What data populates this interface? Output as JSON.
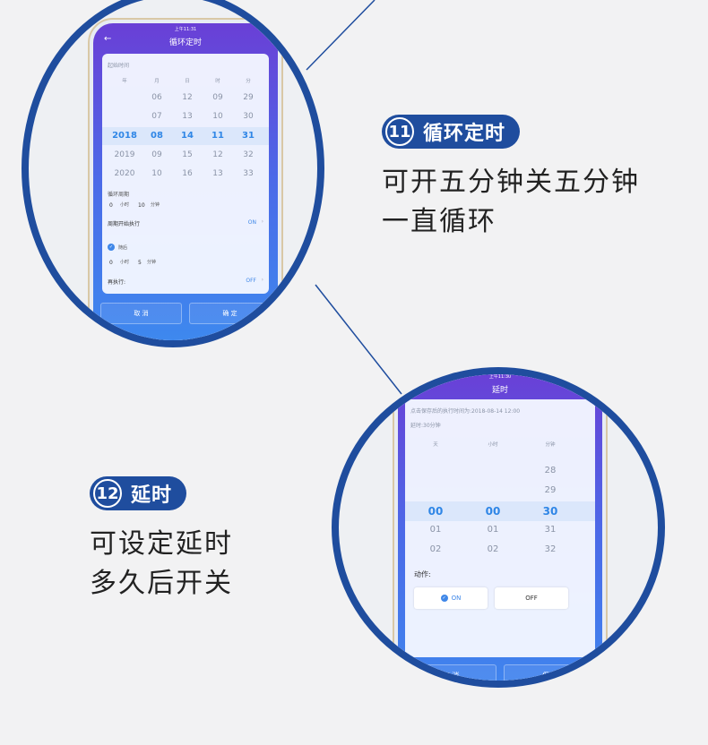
{
  "feature_11": {
    "number": "11",
    "title": "循环定时",
    "desc_line1": "可开五分钟关五分钟",
    "desc_line2": "一直循环"
  },
  "feature_12": {
    "number": "12",
    "title": "延时",
    "desc_line1": "可设定延时",
    "desc_line2": "多久后开关"
  },
  "phone_cycle": {
    "status_time": "上午11:31",
    "back_icon": "back-arrow-icon",
    "title": "循环定时",
    "start_time_label": "起始时间",
    "wheel_headers": [
      "年",
      "月",
      "日",
      "时",
      "分"
    ],
    "wheel_rows": [
      [
        "",
        "06",
        "12",
        "09",
        "29"
      ],
      [
        "",
        "07",
        "13",
        "10",
        "30"
      ],
      [
        "2018",
        "08",
        "14",
        "11",
        "31"
      ],
      [
        "2019",
        "09",
        "15",
        "12",
        "32"
      ],
      [
        "2020",
        "10",
        "16",
        "13",
        "33"
      ]
    ],
    "cycle_period_label": "循环周期",
    "cycle_hours": "0",
    "hours_unit": "小时",
    "cycle_minutes": "10",
    "minutes_unit": "分钟",
    "period_start_label": "周期开始执行",
    "period_start_value": "ON",
    "then_label": "随后",
    "then_hours": "0",
    "then_minutes": "5",
    "reexec_label": "再执行:",
    "reexec_value": "OFF",
    "cancel_label": "取 消",
    "confirm_label": "确 定"
  },
  "phone_delay": {
    "status_time": "上午11:30",
    "back_icon": "back-arrow-icon",
    "title": "延时",
    "exec_time_text": "点击保存后的执行时间为:2018-08-14 12:00",
    "delay_text": "延时:30分钟",
    "wheel_headers": [
      "天",
      "小时",
      "分钟"
    ],
    "wheel_rows": [
      [
        "",
        "",
        "28"
      ],
      [
        "",
        "",
        "29"
      ],
      [
        "00",
        "00",
        "30"
      ],
      [
        "01",
        "01",
        "31"
      ],
      [
        "02",
        "02",
        "32"
      ]
    ],
    "action_label": "动作:",
    "on_label": "ON",
    "off_label": "OFF",
    "cancel_label": "取 消",
    "save_label": "保存"
  },
  "colors": {
    "accent": "#1f4d9e",
    "highlight": "#2f86e6"
  }
}
